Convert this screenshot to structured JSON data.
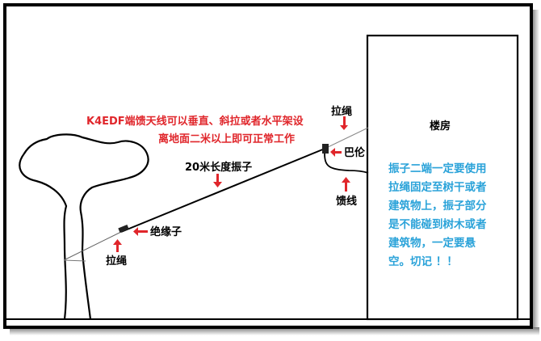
{
  "title_lines": [
    "K4EDF端馈天线可以垂直、斜拉或者水平架设",
    "离地面二米以上即可正常工作"
  ],
  "labels": {
    "building": "楼房",
    "rope_top": "拉绳",
    "balun": "巴伦",
    "element": "20米长度振子",
    "feedline": "馈线",
    "insulator": "绝缘子",
    "rope_bottom": "拉绳"
  },
  "note_lines": [
    "振子二端一定要使用",
    "拉绳固定至树干或者",
    "建筑物上，振子部分",
    "是不能碰到树木或者",
    "建筑物，一定要悬",
    "空。切记 ！！"
  ],
  "colors": {
    "title": "#e0262b",
    "arrow": "#e0262b",
    "note": "#2ba3d9",
    "line": "#000000",
    "frame": "#000000"
  }
}
